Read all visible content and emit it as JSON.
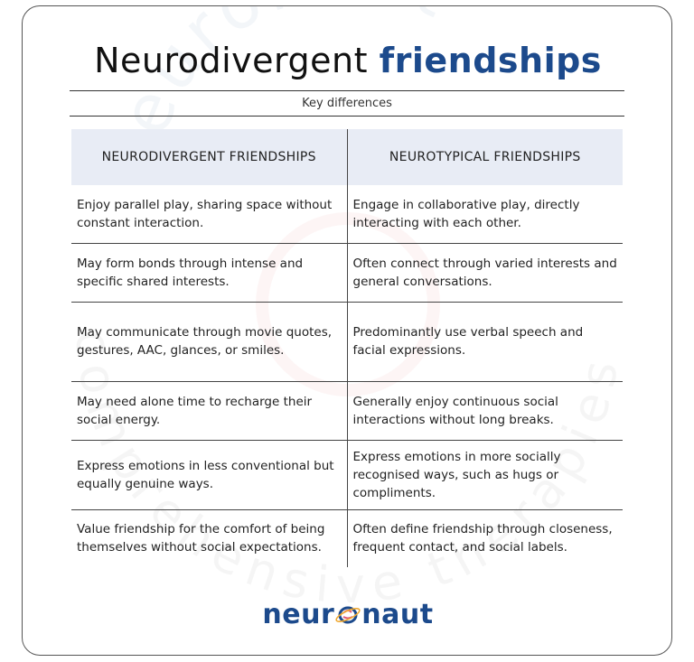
{
  "title": {
    "part1": "Neurodivergent",
    "part2": "friendships"
  },
  "subtitle": "Key differences",
  "headers": [
    "NEURODIVERGENT FRIENDSHIPS",
    "NEUROTYPICAL FRIENDSHIPS"
  ],
  "rows": [
    [
      "Enjoy parallel play, sharing space without constant interaction.",
      "Engage in collaborative play, directly interacting with each other."
    ],
    [
      "May form bonds through intense and specific shared interests.",
      "Often connect through varied interests and general conversations."
    ],
    [
      "May communicate through movie quotes, gestures, AAC, glances, or smiles.",
      "Predominantly use verbal speech and facial expressions."
    ],
    [
      "May need alone time to recharge their social energy.",
      "Generally enjoy continuous social interactions without long breaks."
    ],
    [
      "Express emotions in less conventional but equally genuine ways.",
      "Express emotions in more socially recognised ways, such as hugs or compliments."
    ],
    [
      "Value friendship for the comfort of being themselves without social expectations.",
      "Often define friendship through closeness, frequent contact, and social labels."
    ]
  ],
  "logo": {
    "left": "neur",
    "right": "naut",
    "icon": "brain-orbit-icon"
  },
  "watermark": {
    "top": "neuronaut",
    "bottom": "comprehensive therapies"
  },
  "colors": {
    "accent": "#1c4a8c",
    "header_bg": "#e8ecf5",
    "border": "#444444"
  }
}
